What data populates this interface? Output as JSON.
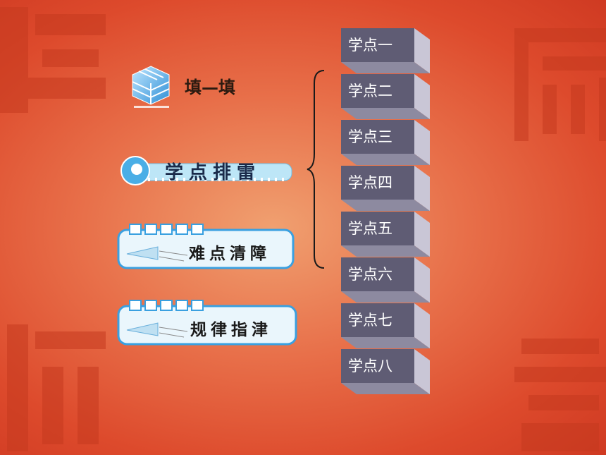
{
  "nav": {
    "fill": "填—填",
    "paidian": "学点排雷",
    "nandian": "难点清障",
    "guilv": "规律指津"
  },
  "xuedian": [
    "学点一",
    "学点二",
    "学点三",
    "学点四",
    "学点五",
    "学点六",
    "学点七",
    "学点八"
  ],
  "colors": {
    "bg_center": "#f0a070",
    "bg_edge": "#cf3a22",
    "block_face": "#5d5a72",
    "block_side": "#c7c4d4",
    "accent_blue": "#3aa0e0"
  }
}
